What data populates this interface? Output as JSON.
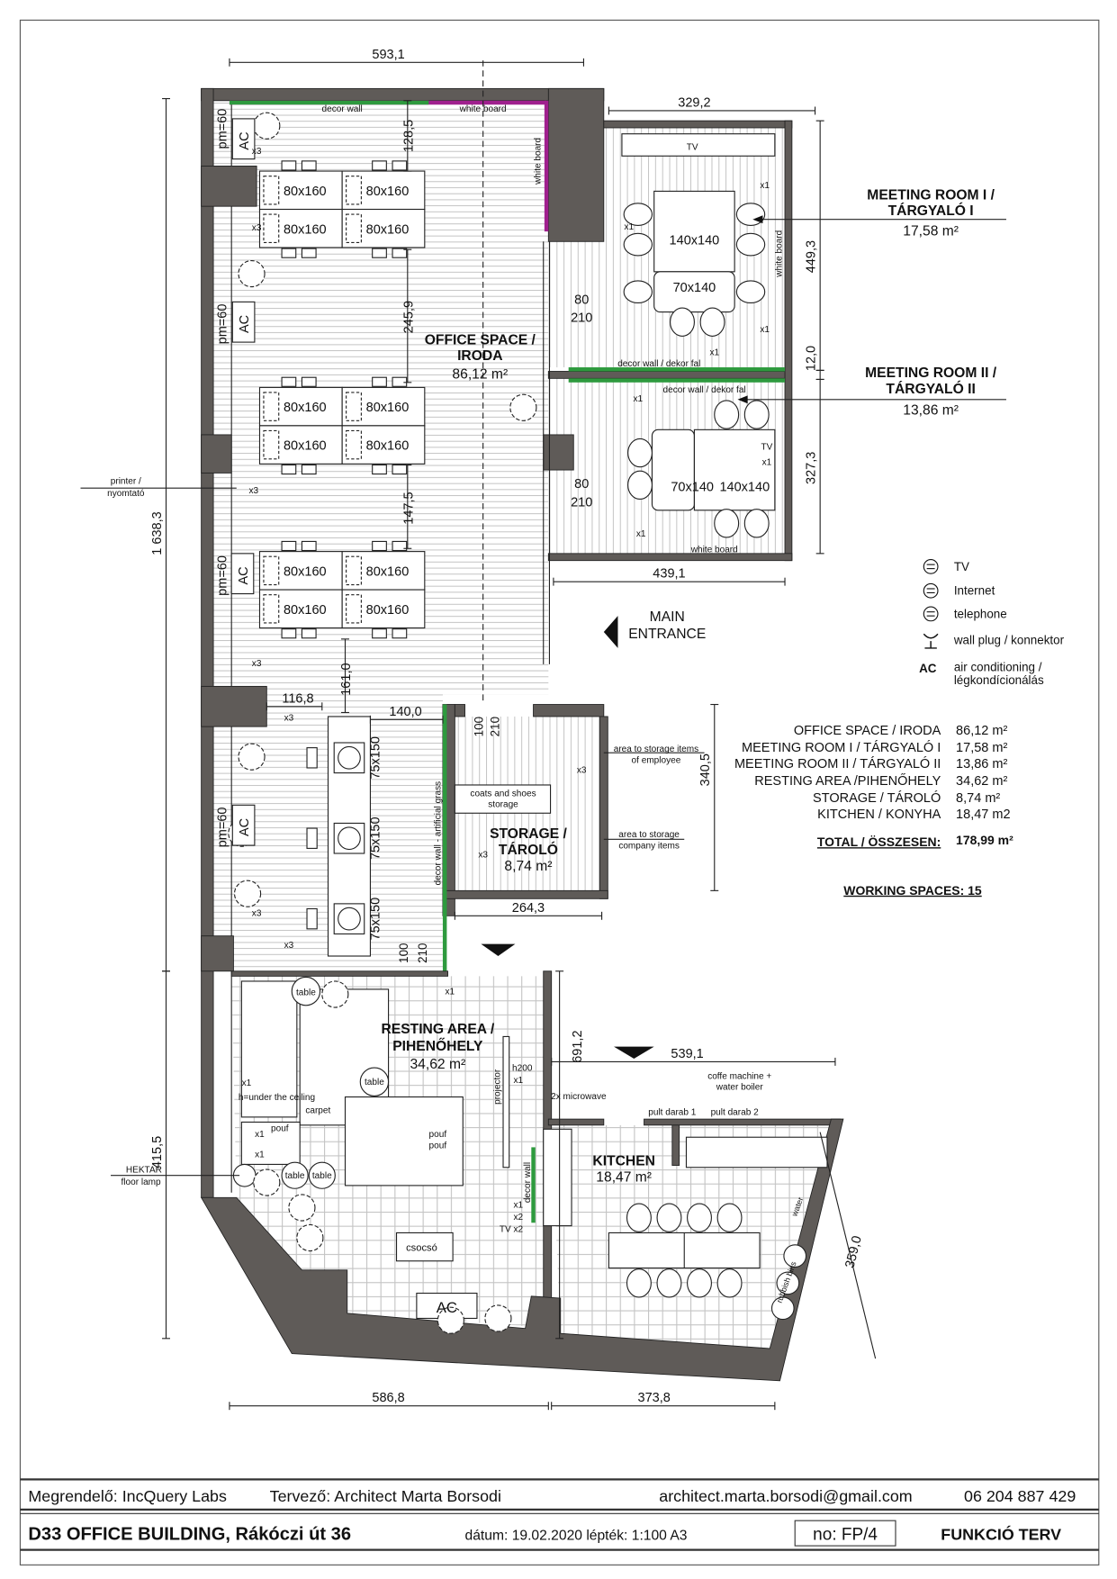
{
  "title_block": {
    "client": "Megrendelő: IncQuery Labs",
    "designer": "Tervező: Architect Marta Borsodi",
    "email": "architect.marta.borsodi@gmail.com",
    "phone": "06 204 887 429",
    "project": "D33 OFFICE BUILDING, Rákóczi út 36",
    "date_scale": "dátum: 19.02.2020  lépték: 1:100  A3",
    "sheet_no": "no: FP/4",
    "plan_type": "FUNKCIÓ TERV"
  },
  "rooms": {
    "office": {
      "name1": "OFFICE SPACE /",
      "name2": "IRODA",
      "area": "86,12 m²"
    },
    "storage": {
      "name1": "STORAGE /",
      "name2": "TÁROLÓ",
      "area": "8,74 m²"
    },
    "resting": {
      "name1": "RESTING AREA /",
      "name2": "PIHENŐHELY",
      "area": "34,62 m²"
    },
    "kitchen": {
      "name1": "KITCHEN",
      "area": "18,47 m²"
    }
  },
  "callouts": {
    "meeting1": {
      "name1": "MEETING ROOM I /",
      "name2": "TÁRGYALÓ I",
      "area": "17,58 m²"
    },
    "meeting2": {
      "name1": "MEETING ROOM II /",
      "name2": "TÁRGYALÓ II",
      "area": "13,86 m²"
    },
    "printer": {
      "line1": "printer /",
      "line2": "nyomtató"
    },
    "lamp": {
      "line1": "HEKTAR",
      "line2": "floor lamp"
    },
    "entrance": {
      "line1": "MAIN",
      "line2": "ENTRANCE"
    }
  },
  "legend": [
    {
      "icon": "tv-socket-icon",
      "label": "TV"
    },
    {
      "icon": "internet-socket-icon",
      "label": "Internet"
    },
    {
      "icon": "telephone-socket-icon",
      "label": "telephone"
    },
    {
      "icon": "wall-plug-icon",
      "label": "wall plug / konnektor"
    },
    {
      "icon": "ac-icon",
      "symbol": "AC",
      "label": "air conditioning /",
      "label2": "légkondícionálás"
    }
  ],
  "area_table": {
    "rows": [
      {
        "label": "OFFICE SPACE / IRODA",
        "area": "86,12 m²"
      },
      {
        "label": "MEETING ROOM I / TÁRGYALÓ I",
        "area": "17,58 m²"
      },
      {
        "label": "MEETING ROOM II / TÁRGYALÓ II",
        "area": "13,86 m²"
      },
      {
        "label": "RESTING AREA /PIHENŐHELY",
        "area": "34,62 m²"
      },
      {
        "label": "STORAGE / TÁROLÓ",
        "area": "8,74 m²"
      },
      {
        "label": "KITCHEN / KONYHA",
        "area": "18,47 m2"
      }
    ],
    "total_label": "TOTAL / ÖSSZESEN:",
    "total_value": "178,99 m²",
    "working_spaces": "WORKING SPACES: 15"
  },
  "dimensions": {
    "top_office": "593,1",
    "top_meeting": "329,2",
    "left_total": "1 638,3",
    "left_rest": "415,5",
    "meeting1_h": "449,3",
    "partition": "12,0",
    "meeting2_h": "327,3",
    "meeting_w": "439,1",
    "storage_h": "340,5",
    "storage_w": "264,3",
    "kitchen_h": "691,2",
    "kitchen_w": "539,1",
    "kitchen_diag": "359,0",
    "bottom_left": "586,8",
    "bottom_right": "373,8",
    "gap1": "128,5",
    "gap2": "245,9",
    "gap3": "147,5",
    "gap4": "161,0",
    "gap5": "116,8",
    "gap6": "140,0"
  },
  "doors": {
    "d1_w": "80",
    "d1_h": "210",
    "d2_w": "80",
    "d2_h": "210",
    "d3_w": "100",
    "d3_h": "210",
    "d4_w": "100",
    "d4_h": "210"
  },
  "furniture": {
    "desk": "80x160",
    "meeting_big": "140x140",
    "meeting_small": "70x140",
    "bench_table": "75x150",
    "table": "table",
    "pouf": "pouf",
    "carpet": "carpet",
    "foosball": "csocsó",
    "projector": "projector",
    "microwave": "2x microwave",
    "coffee1": "coffe machine +",
    "coffee2": "water boiler",
    "counter1": "pult darab 1",
    "counter2": "pult darab 2",
    "water": "water",
    "bins": "rubbish bins",
    "coats1": "coats and shoes",
    "coats2": "storage",
    "tv": "TV"
  },
  "notes": {
    "decor_wall": "decor wall",
    "white_board": "white board",
    "decor_wall_hu": "decor wall / dekor fal",
    "pm": "pm=60",
    "ac": "AC",
    "grass": "decor wall - artificial grass",
    "emp1": "area to storage items",
    "emp2": "of employee",
    "comp1": "area to storage",
    "comp2": "company items",
    "ceiling": "h=under the ceiling",
    "h200": "h200",
    "x1": "x1",
    "x2": "x2",
    "x3": "x3",
    "tvx2": "TV x2"
  }
}
